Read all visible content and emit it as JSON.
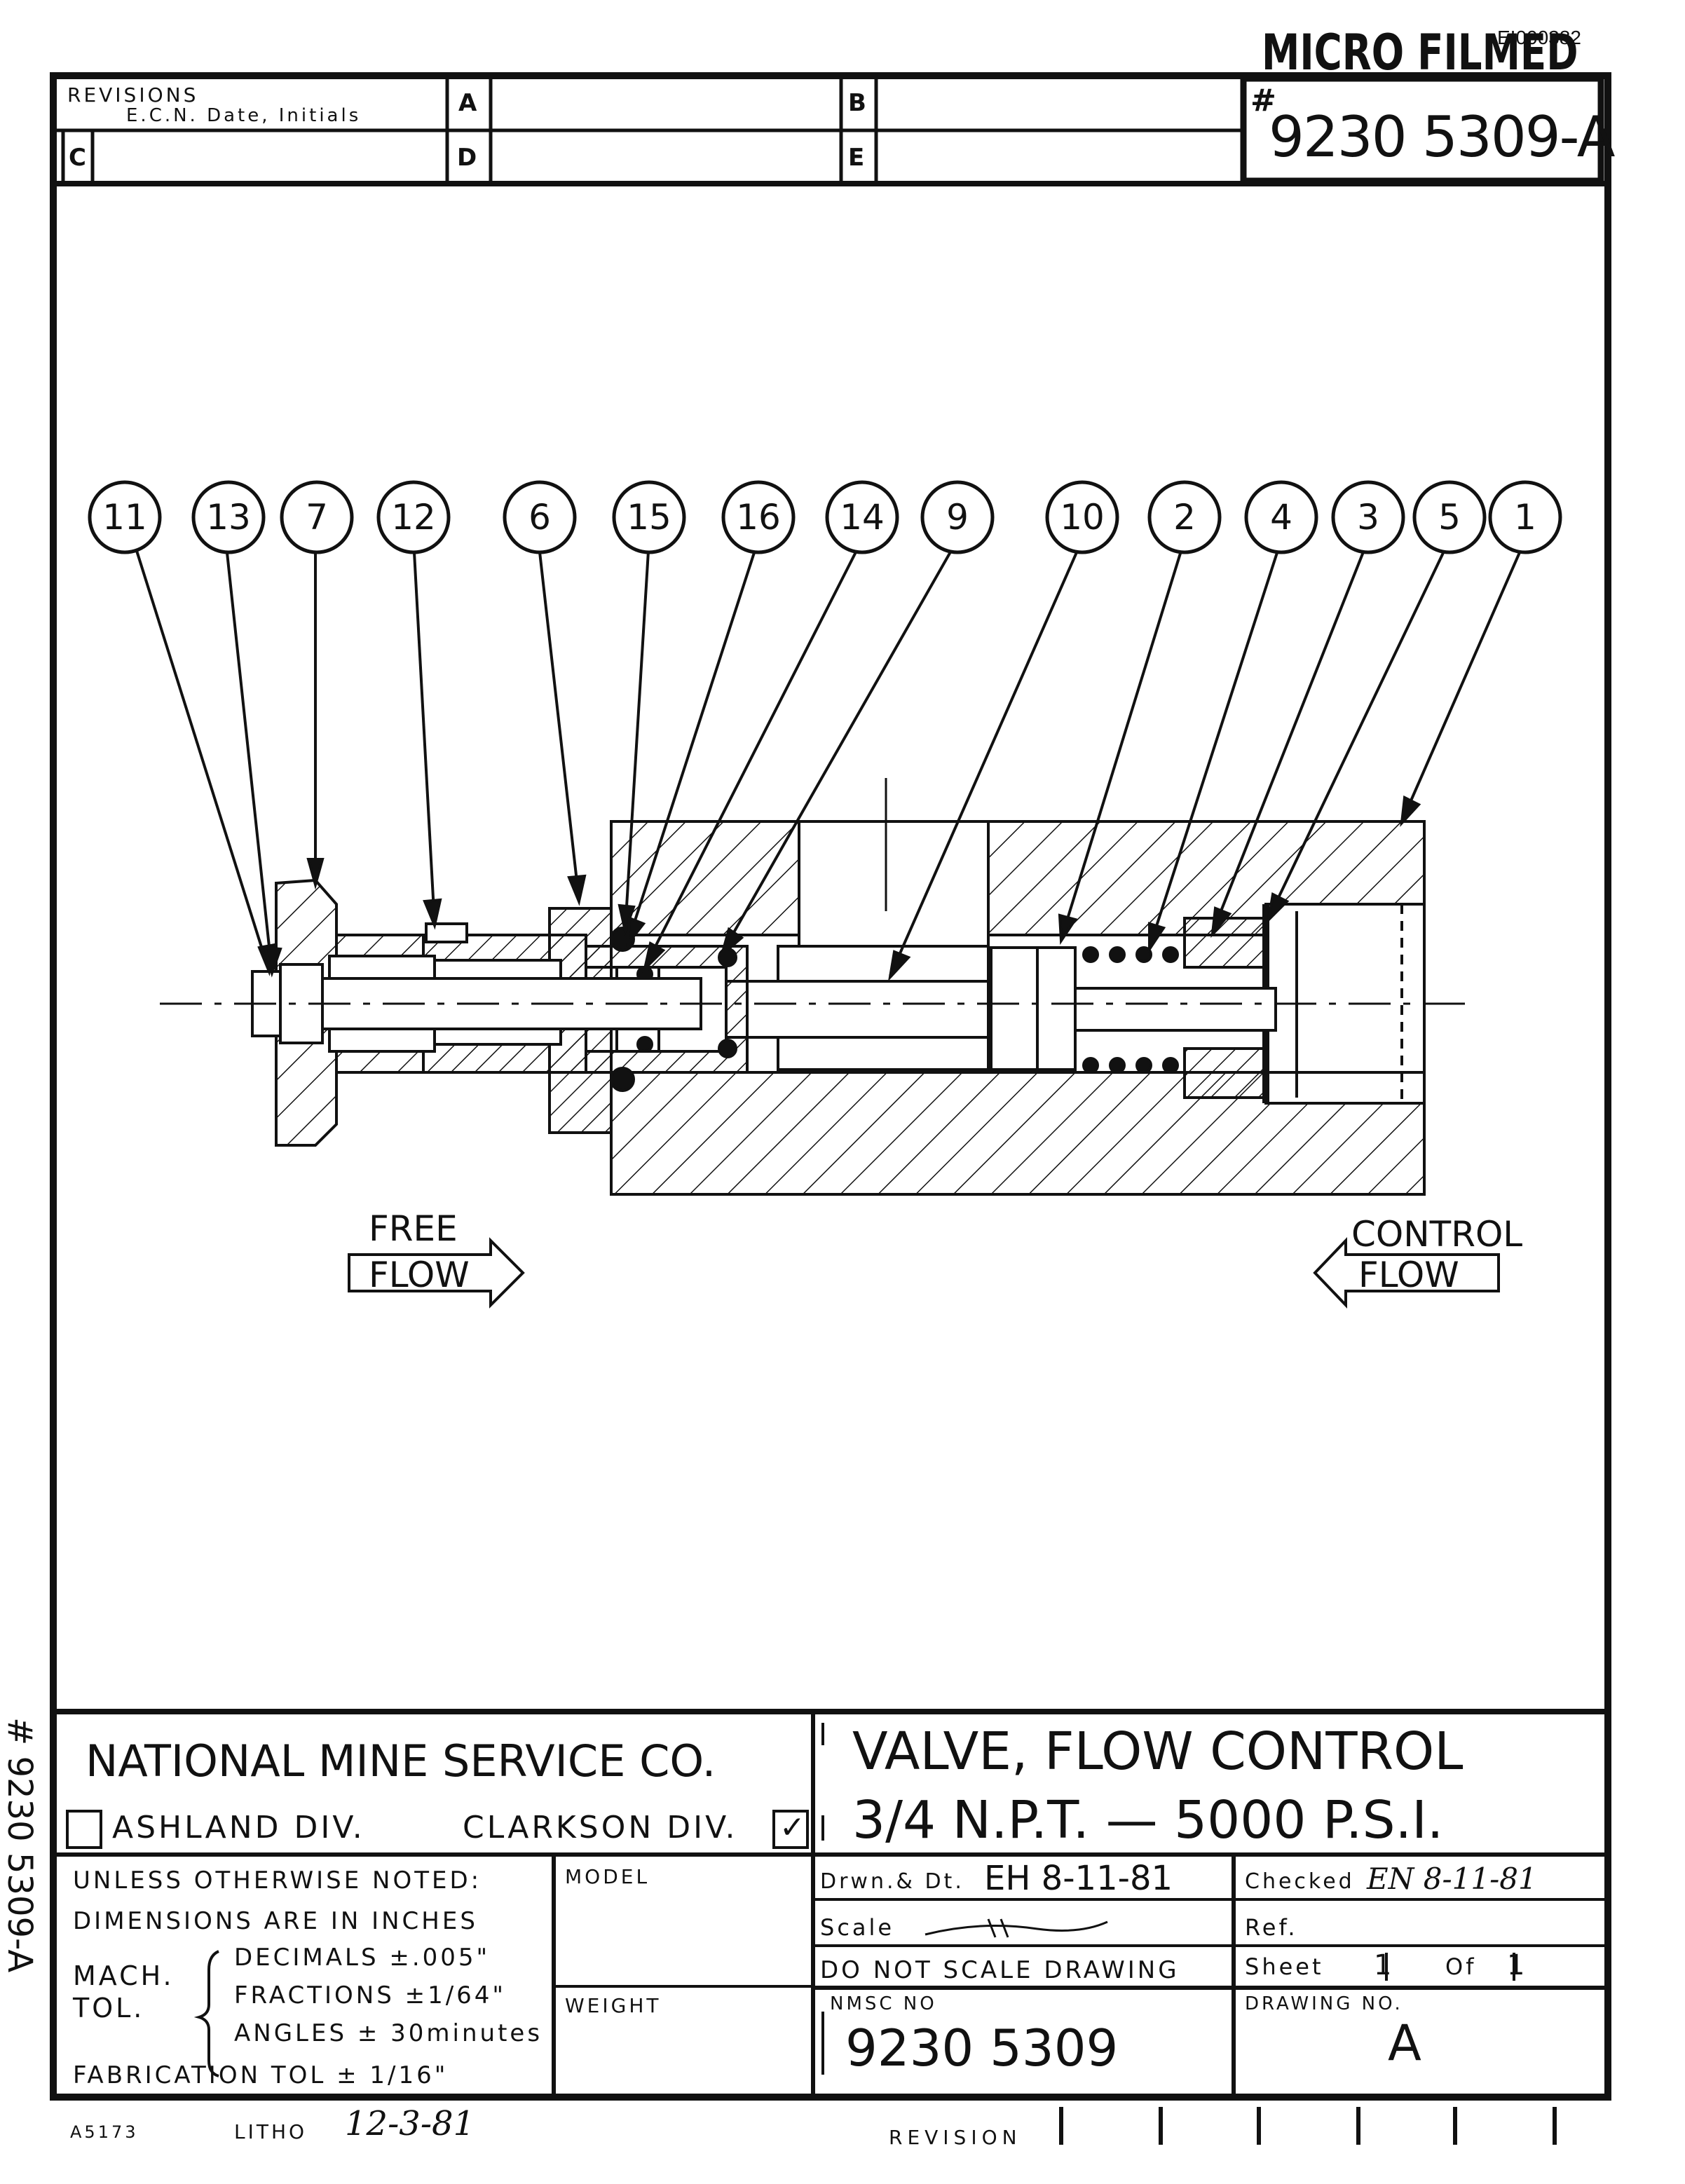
{
  "header": {
    "microfilm_stamp": "MICRO FILMED",
    "doc_id": "EI000382",
    "revisions": {
      "title": "REVISIONS",
      "subtitle": "E.C.N. Date, Initials",
      "cells": [
        "A",
        "B",
        "C",
        "D",
        "E"
      ]
    },
    "drawing_number_box": {
      "hash": "#",
      "number": "9230 5309-A"
    }
  },
  "callouts": [
    "11",
    "13",
    "7",
    "12",
    "6",
    "15",
    "16",
    "14",
    "9",
    "10",
    "2",
    "4",
    "3",
    "5",
    "1"
  ],
  "flow_labels": {
    "free": {
      "line1": "FREE",
      "line2": "FLOW"
    },
    "control": {
      "line1": "CONTROL",
      "line2": "FLOW"
    }
  },
  "side_number": "# 9230 5309-A",
  "title_block": {
    "company": "NATIONAL MINE SERVICE CO.",
    "division_left": "ASHLAND DIV.",
    "division_right": "CLARKSON DIV.",
    "checkmark": "✓",
    "part_title_line1": "VALVE, FLOW CONTROL",
    "part_title_line2": "3/4 N.P.T. — 5000 P.S.I.",
    "tolerance_note_line1": "UNLESS OTHERWISE NOTED:",
    "tolerance_note_line2": "DIMENSIONS ARE IN INCHES",
    "mach_tol_line1": "MACH.",
    "mach_tol_line2": "TOL.",
    "tol_decimals": "DECIMALS ±.005\"",
    "tol_fractions": "FRACTIONS ±1/64\"",
    "tol_angles": "ANGLES ± 30minutes",
    "fabrication_tol": "FABRICATION TOL ± 1/16\"",
    "model_label": "MODEL",
    "weight_label": "WEIGHT",
    "drawn_label": "Drwn.& Dt.",
    "drawn_value": "EH 8-11-81",
    "checked_label": "Checked",
    "checked_value": "EN 8-11-81",
    "scale_label": "Scale",
    "ref_label": "Ref.",
    "do_not_scale": "DO NOT SCALE DRAWING",
    "sheet_label": "Sheet",
    "sheet_value": "1",
    "of_label": "Of",
    "of_value": "1",
    "nmsc_label": "NMSC NO",
    "nmsc_value": "9230 5309",
    "drawing_no_label": "DRAWING NO.",
    "drawing_no_value": "A"
  },
  "footer": {
    "form_code": "A5173",
    "litho_label": "LITHO",
    "litho_value": "12-3-81",
    "revision_label": "REVISION"
  }
}
